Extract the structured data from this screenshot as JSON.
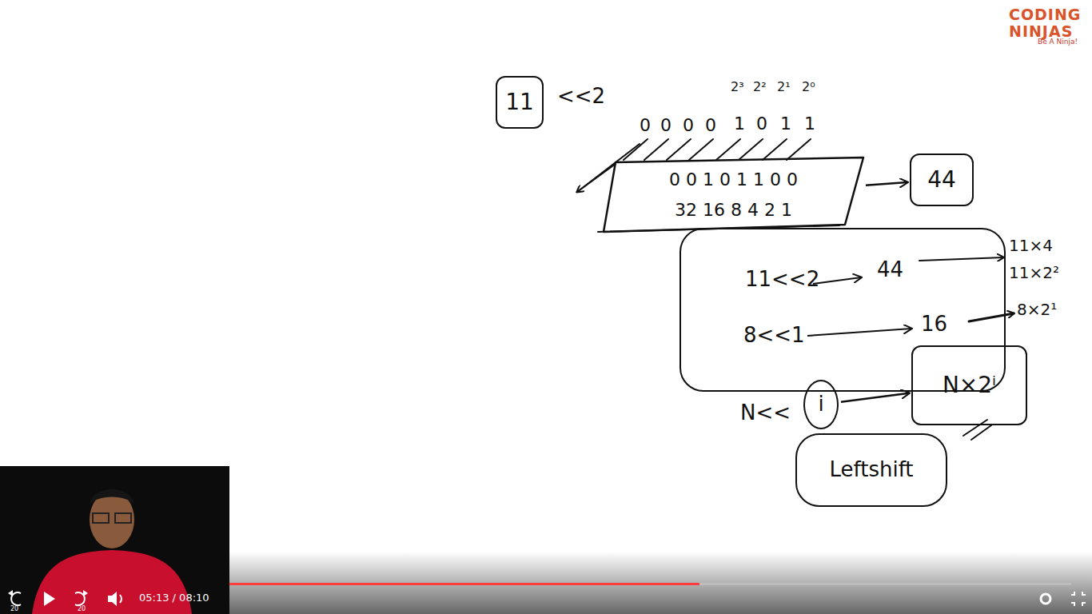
{
  "diagram": {
    "nodes": [
      {
        "text": [
          "11"
        ]
      },
      {
        "text": [
          "0 0 1 0 1 1 0 0",
          "32 16 8 4 2 1"
        ]
      },
      {
        "text": [
          "44"
        ]
      },
      {
        "text": [
          "11<<2",
          "44",
          "8<<1",
          "16"
        ]
      },
      {
        "text": [
          "i"
        ]
      },
      {
        "text": [
          "N×2ⁱ"
        ]
      },
      {
        "text": [
          "Leftshift"
        ]
      }
    ],
    "edges": [
      {
        "from": 1,
        "to": 2,
        "arrow": "to"
      },
      {
        "from": 4,
        "to": 5,
        "arrow": "to"
      }
    ],
    "labels": [
      "<<2",
      "2³",
      "2²",
      "2¹",
      "2⁰",
      "0",
      "0",
      "0",
      "0",
      "1",
      "0",
      "1",
      "1",
      "11×4",
      "11×2²",
      "8×2¹",
      "N<<",
      "CODING",
      "NINJAS",
      "Be A Ninja!",
      "20",
      "20",
      "05:13 / 08:10"
    ]
  }
}
